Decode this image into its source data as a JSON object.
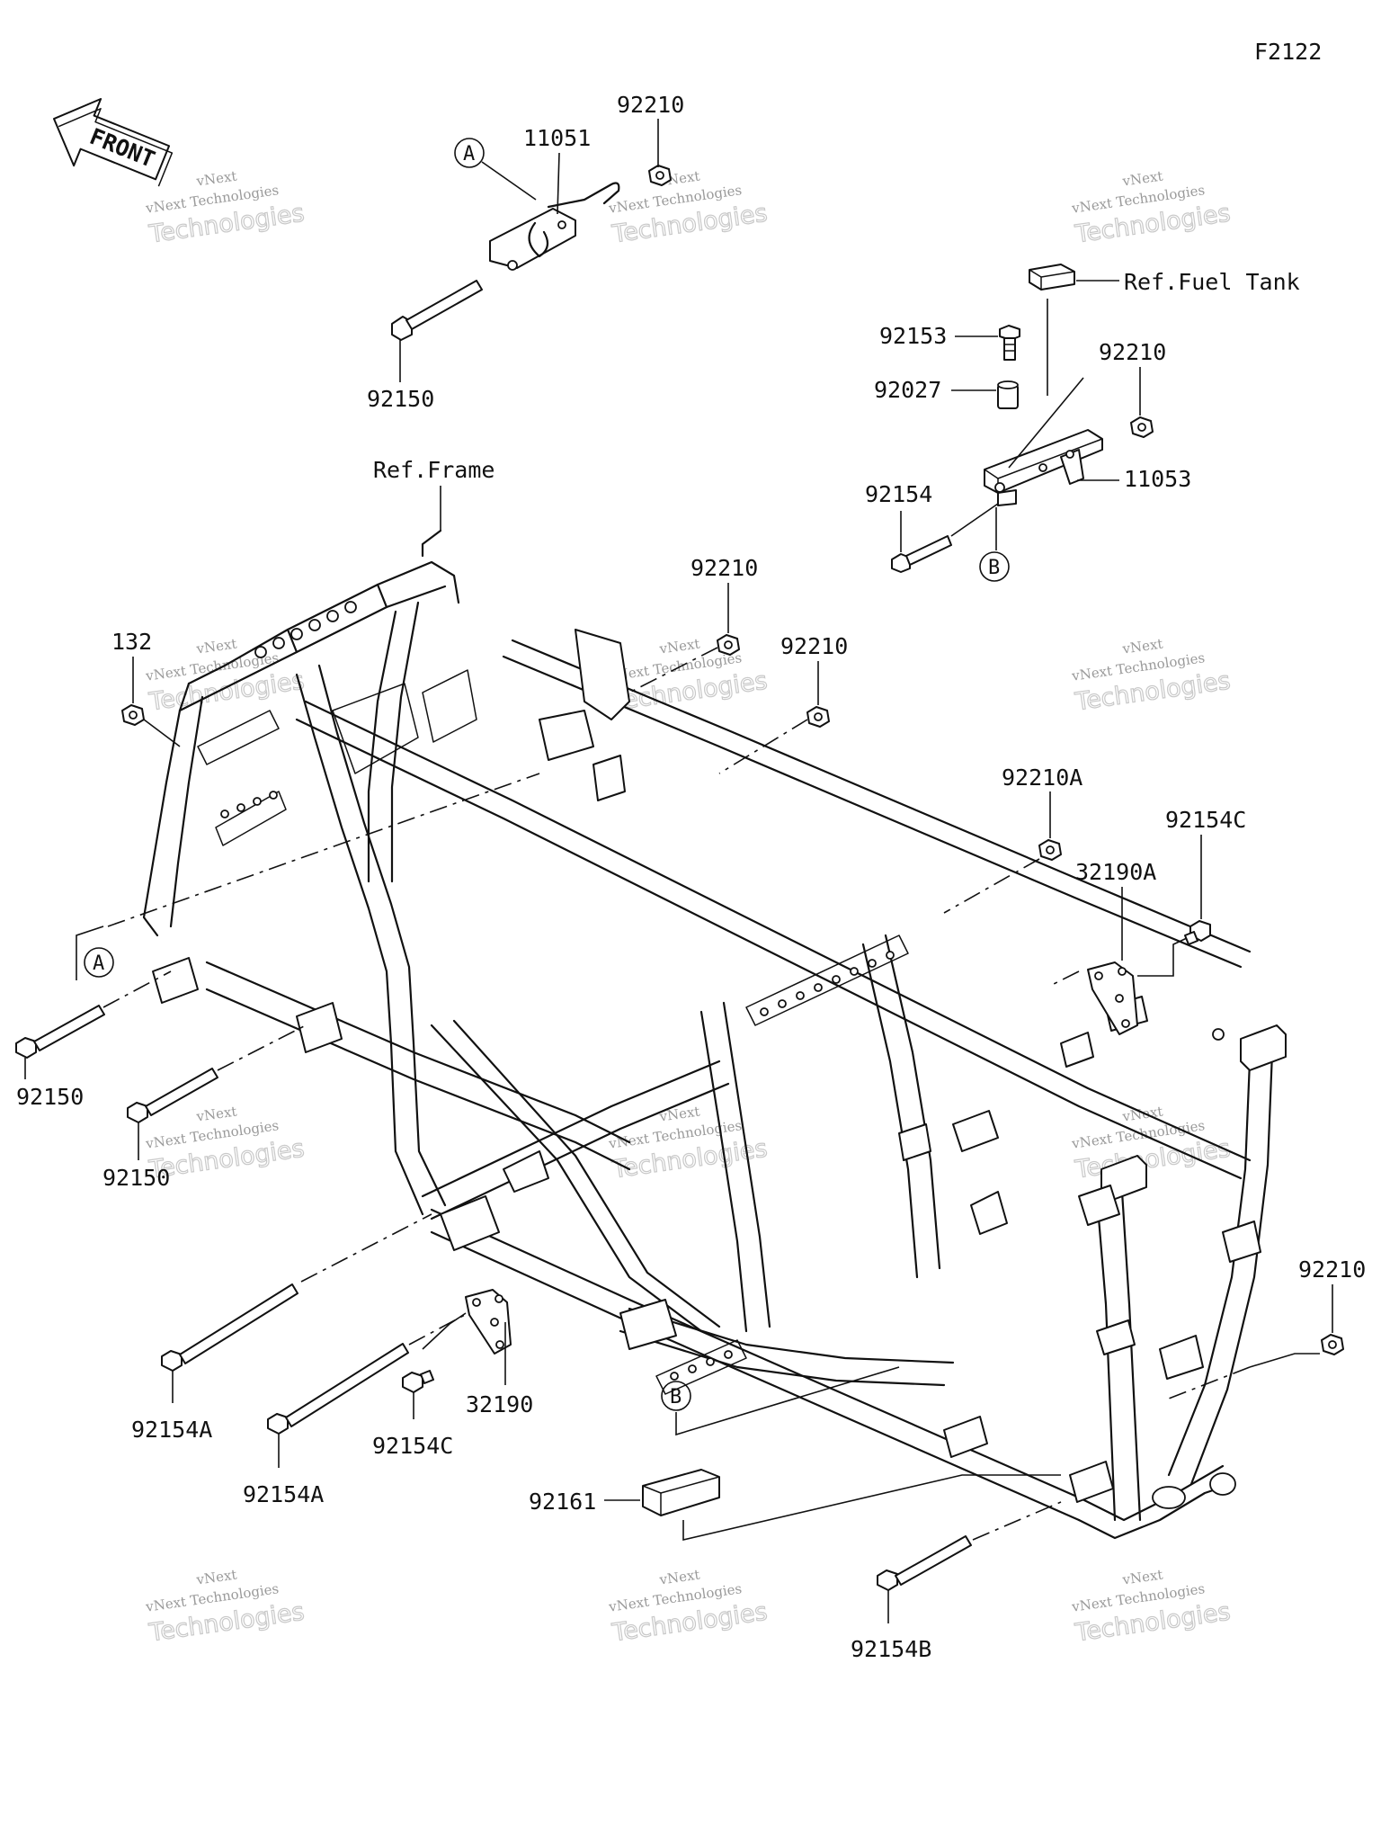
{
  "figure_code": "F2122",
  "front_arrow_label": "FRONT",
  "watermark": {
    "line1": "vNext",
    "line2": "vNext Technologies",
    "line3": "Technologies"
  },
  "callouts": {
    "A_top": "A",
    "A_left": "A",
    "B_right": "B",
    "B_bottom": "B"
  },
  "parts": {
    "p11051": "11051",
    "p92210_top": "92210",
    "p92150_top": "92150",
    "ref_frame": "Ref.Frame",
    "ref_fuel_tank": "Ref.Fuel Tank",
    "p92153": "92153",
    "p92210_right": "92210",
    "p92027": "92027",
    "p92154": "92154",
    "p11053": "11053",
    "p132": "132",
    "p92210_mid1": "92210",
    "p92210_mid2": "92210",
    "p92210A": "92210A",
    "p92154C_right": "92154C",
    "p32190A": "32190A",
    "p92150_left1": "92150",
    "p92150_left2": "92150",
    "p92210_lower_right": "92210",
    "p92154A_1": "92154A",
    "p32190": "32190",
    "p92154C_bottom": "92154C",
    "p92154A_2": "92154A",
    "p92161": "92161",
    "p92154B": "92154B"
  }
}
